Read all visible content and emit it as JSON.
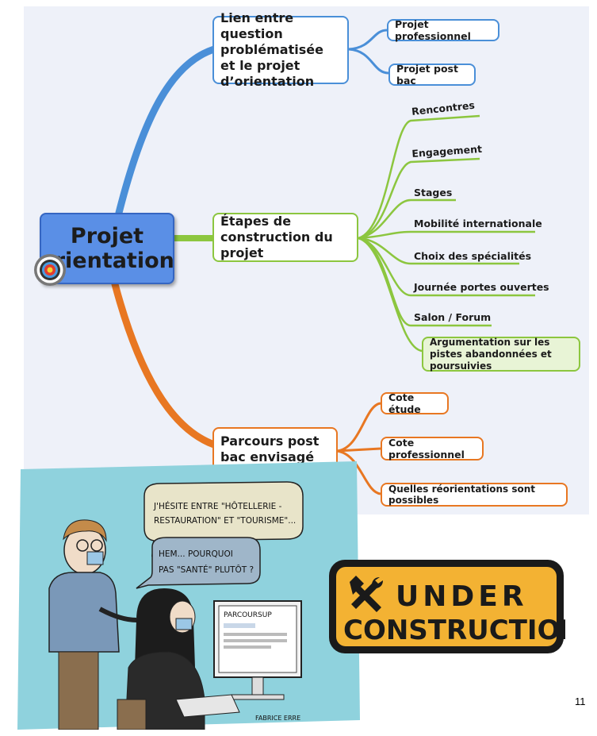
{
  "mindmap": {
    "root": {
      "line1": "Projet",
      "line2": "orientation"
    },
    "branches": [
      {
        "title": "Lien entre question problématisée et le projet d’orientation",
        "color": "#4a8fd8",
        "children": [
          "Projet professionnel",
          "Projet post bac"
        ]
      },
      {
        "title": "Étapes de construction du projet",
        "color": "#8cc63f",
        "children": [
          "Rencontres",
          "Engagement",
          "Stages",
          "Mobilité internationale",
          "Choix des spécialités",
          "Journée portes ouvertes",
          "Salon / Forum",
          "Argumentation sur les pistes abandonnées et poursuivies"
        ]
      },
      {
        "title": "Parcours post bac envisagé",
        "color": "#e87722",
        "children": [
          "Cote étude",
          "Cote professionnel",
          "Quelles réorientations sont possibles"
        ]
      }
    ]
  },
  "cartoon": {
    "bubble1_line1": "J'HÉSITE ENTRE \"HÔTELLERIE -",
    "bubble1_line2": "RESTAURATION\" ET \"TOURISME\"...",
    "bubble2_line1": "HEM... POURQUOI",
    "bubble2_line2": "PAS \"SANTÉ\" PLUTÔT ?",
    "screen_title": "PARCOURSUP",
    "signature": "FABRICE ERRE"
  },
  "sign": {
    "line1": "UNDER",
    "line2": "CONSTRUCTION"
  },
  "page_number": "11"
}
